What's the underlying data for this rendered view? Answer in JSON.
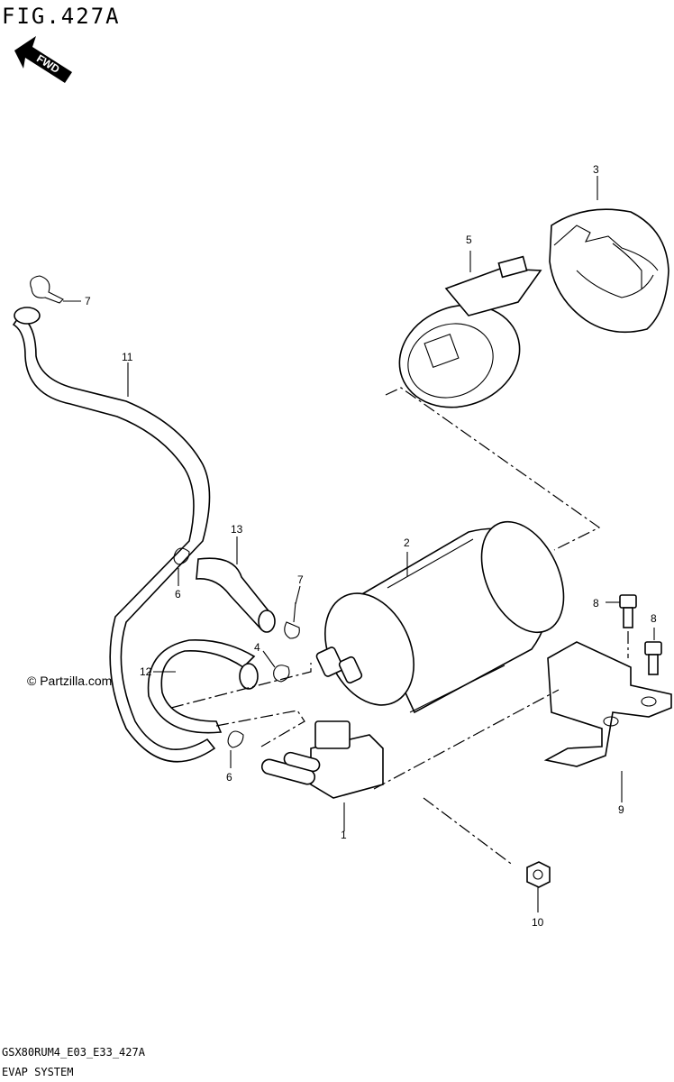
{
  "figure": {
    "title": "FIG.427A",
    "direction_label": "FWD"
  },
  "watermark": "© Partzilla.com",
  "callouts": [
    "1",
    "2",
    "3",
    "5",
    "6",
    "6",
    "7",
    "7",
    "8",
    "8",
    "9",
    "10",
    "11",
    "12",
    "13",
    "4"
  ],
  "footer": {
    "code": "GSX80RUM4_E03_E33_427A",
    "name": "EVAP SYSTEM"
  }
}
